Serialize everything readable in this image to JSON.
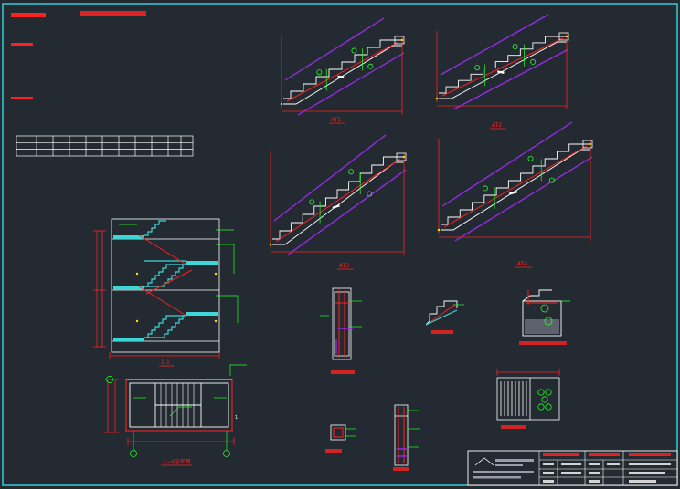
{
  "drawing": {
    "colors": {
      "background": "#232a31",
      "border": "#36d6e6",
      "structure": "#ffffff",
      "rebar": "#ff2020",
      "purple": "#9a2cf0",
      "cyan": "#3ed6d6",
      "green": "#20ff20",
      "yellow": "#ffe000",
      "grey": "#9a9aa8"
    },
    "labels": {
      "notes_heading": "",
      "notes_title": "",
      "note_1": "",
      "note_2": "",
      "section_1_1": "1-1",
      "plan_label": "2~4层平面",
      "tb1": "AT1",
      "tb2": "AT2",
      "tb3": "AT3",
      "tb4": "AT4",
      "beam_detail": "",
      "joint_detail": "",
      "anchor_detail": "",
      "column_detail": "",
      "small_detail": "",
      "stair_plan": "",
      "axis_1": "1"
    }
  }
}
